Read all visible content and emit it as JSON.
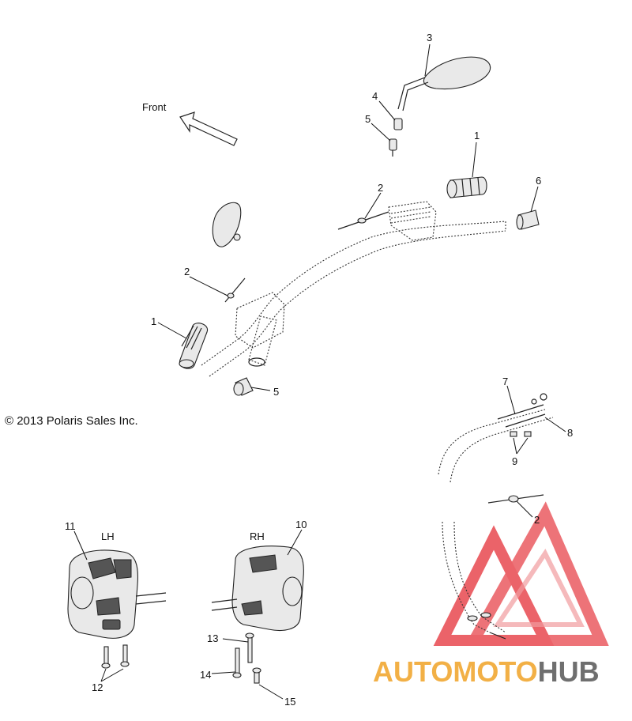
{
  "figure": {
    "front_label": "Front",
    "copyright": "© 2013 Polaris Sales Inc.",
    "lh_label": "LH",
    "rh_label": "RH"
  },
  "callouts": [
    "1",
    "2",
    "3",
    "4",
    "5",
    "6",
    "7",
    "8",
    "9",
    "10",
    "11",
    "12",
    "13",
    "14",
    "15"
  ],
  "watermark": {
    "part1": "AUTOMOTO",
    "part2": "HUB",
    "color_primary": "#f2b046",
    "color_secondary": "#6f6f6f",
    "logo_color": "#e8484f"
  }
}
